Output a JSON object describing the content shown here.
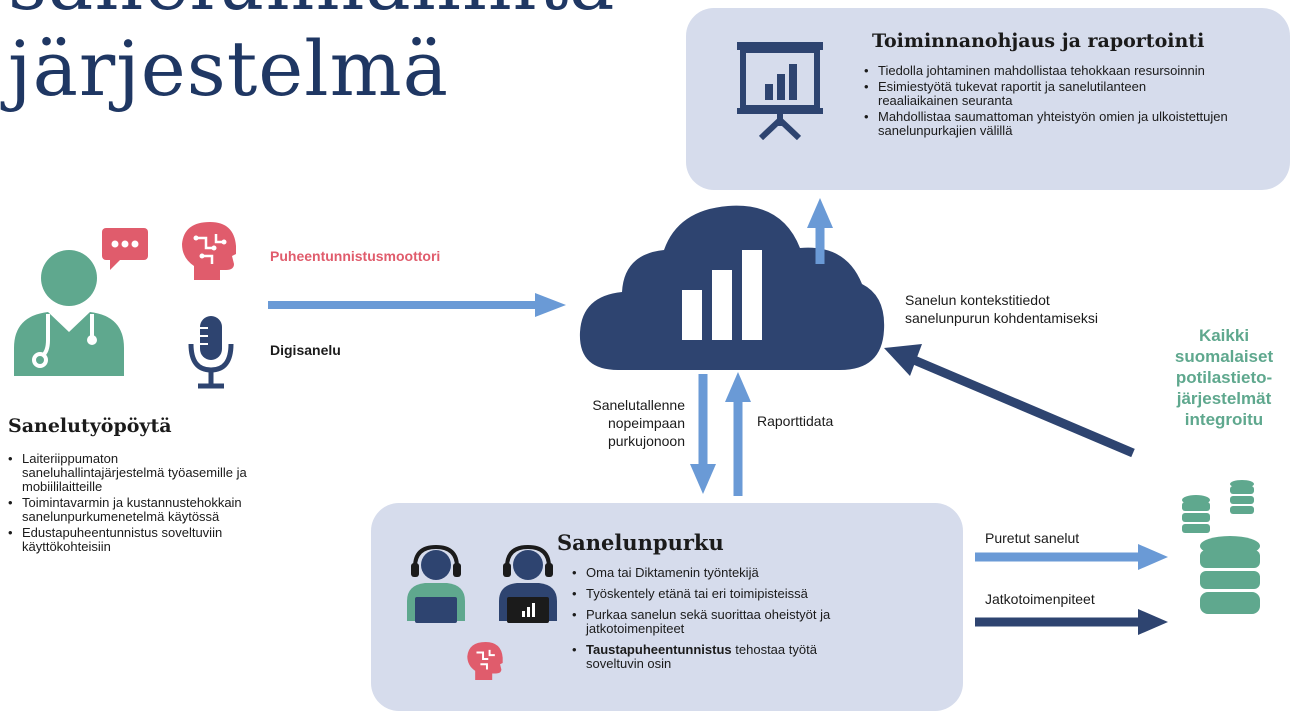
{
  "title": {
    "line1": "sanelunhallinta-",
    "line2": "järjestelmä"
  },
  "reporting": {
    "title": "Toiminnanohjaus ja raportointi",
    "bullets": [
      "Tiedolla johtaminen mahdollistaa tehokkaan resursoinnin",
      "Esimiestyötä tukevat raportit ja sanelutilanteen reaaliaikainen seuranta",
      "Mahdollistaa saumattoman yhteistyön omien ja ulkoistettujen sanelunpurkajien välillä"
    ]
  },
  "labels": {
    "speech_engine": "Puheentunnistusmoottori",
    "digital_dictation": "Digisanelu",
    "context_line1": "Sanelun kontekstitiedot",
    "context_line2": "sanelunpurun kohdentamiseksi",
    "recording_line1": "Sanelutallenne",
    "recording_line2": "nopeimpaan",
    "recording_line3": "purkujonoon",
    "report_data": "Raporttidata",
    "transcribed": "Puretut sanelut",
    "followup": "Jatkotoimenpiteet"
  },
  "integration": {
    "lines": [
      "Kaikki",
      "suomalaiset",
      "potilastieto-",
      "järjestelmät",
      "integroitu"
    ]
  },
  "desktop": {
    "title": "Sanelutyöpöytä",
    "bullets": [
      "Laiteriippumaton saneluhallintajärjestelmä työasemille ja mobiililaitteille",
      "Toimintavarmin ja kustannustehokkain sanelunpurkumenetelmä käytössä",
      "Edustapuheentunnistus soveltuviin käyttökohteisiin"
    ]
  },
  "transcription": {
    "title": "Sanelunpurku",
    "bullets": [
      "Oma tai Diktamenin työntekijä",
      "Työskentely etänä tai eri toimipisteissä",
      "Purkaa sanelun sekä suorittaa oheistyöt ja jatkotoimenpiteet"
    ],
    "last_bullet_bold": "Taustapuheentunnistus",
    "last_bullet_rest": " tehostaa työtä soveltuvin osin"
  },
  "colors": {
    "navy": "#2e4470",
    "light_blue": "#6a9ad6",
    "teal": "#5fa88e",
    "pink": "#e05c6c",
    "panel": "#d6dcec"
  }
}
